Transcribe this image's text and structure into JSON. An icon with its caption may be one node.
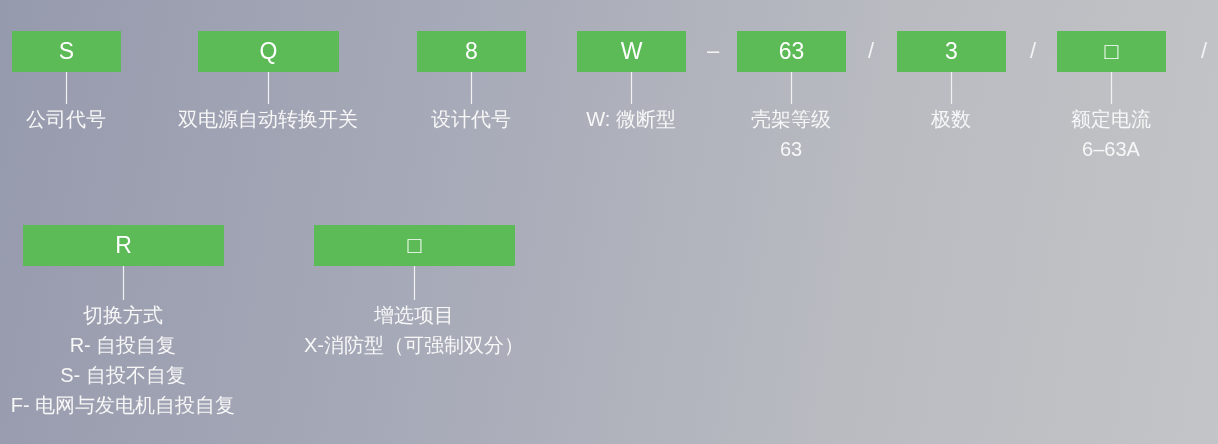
{
  "diagram": {
    "nodes": [
      {
        "text": [
          "S"
        ]
      },
      {
        "text": [
          "公司代号"
        ]
      },
      {
        "text": [
          "Q"
        ]
      },
      {
        "text": [
          "双电源自动转换开关"
        ]
      },
      {
        "text": [
          "8"
        ]
      },
      {
        "text": [
          "设计代号"
        ]
      },
      {
        "text": [
          "W"
        ]
      },
      {
        "text": [
          "W: 微断型"
        ]
      },
      {
        "text": [
          "63"
        ]
      },
      {
        "text": [
          "壳架等级",
          "63"
        ]
      },
      {
        "text": [
          "3"
        ]
      },
      {
        "text": [
          "极数"
        ]
      },
      {
        "text": [
          "□"
        ]
      },
      {
        "text": [
          "额定电流",
          "6–63A"
        ]
      },
      {
        "text": [
          "R"
        ]
      },
      {
        "text": [
          "切换方式",
          "R- 自投自复",
          "S- 自投不自复",
          "F- 电网与发电机自投自复"
        ]
      },
      {
        "text": [
          "□"
        ]
      },
      {
        "text": [
          "增选项目",
          "X-消防型（可强制双分）"
        ]
      }
    ],
    "edges": [
      {
        "from": 0,
        "to": 1,
        "arrow": "none"
      },
      {
        "from": 2,
        "to": 3,
        "arrow": "none"
      },
      {
        "from": 4,
        "to": 5,
        "arrow": "none"
      },
      {
        "from": 6,
        "to": 7,
        "arrow": "none"
      },
      {
        "from": 8,
        "to": 9,
        "arrow": "none"
      },
      {
        "from": 10,
        "to": 11,
        "arrow": "none"
      },
      {
        "from": 12,
        "to": 13,
        "arrow": "none"
      },
      {
        "from": 14,
        "to": 15,
        "arrow": "none"
      },
      {
        "from": 16,
        "to": 17,
        "arrow": "none"
      }
    ],
    "labels": [
      "–",
      "/",
      "/",
      "/"
    ]
  }
}
